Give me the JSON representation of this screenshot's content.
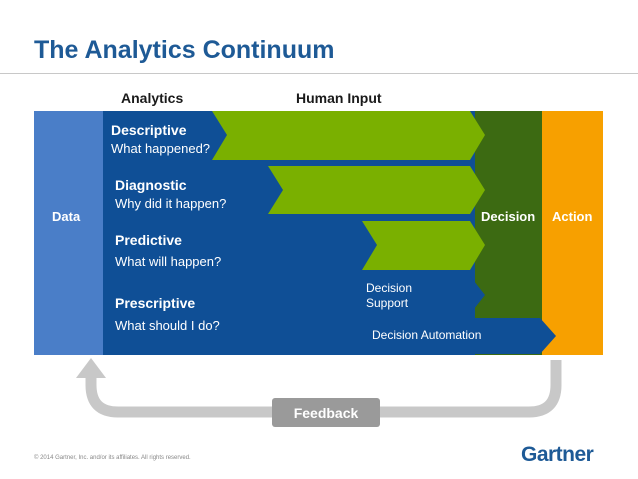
{
  "title": "The Analytics Continuum",
  "headers": {
    "analytics": "Analytics",
    "human_input": "Human Input"
  },
  "data_label": "Data",
  "decision_label": "Decision",
  "action_label": "Action",
  "stages": [
    {
      "name": "Descriptive",
      "question": "What happened?"
    },
    {
      "name": "Diagnostic",
      "question": "Why did it happen?"
    },
    {
      "name": "Predictive",
      "question": "What will happen?"
    },
    {
      "name": "Prescriptive",
      "question": "What should I do?"
    }
  ],
  "decision_support": {
    "line1": "Decision",
    "line2": "Support"
  },
  "decision_automation": "Decision Automation",
  "feedback": "Feedback",
  "copyright": "© 2014 Gartner, Inc. and/or its affiliates. All rights reserved.",
  "logo": "Gartner",
  "colors": {
    "title_blue": "#1e5a96",
    "data_blue": "#4a7ec8",
    "analytics_blue": "#0f4f96",
    "human_input_green": "#7ab000",
    "decision_green": "#3c6a12",
    "action_orange": "#f7a000",
    "feedback_gray": "#c8c8c8"
  }
}
